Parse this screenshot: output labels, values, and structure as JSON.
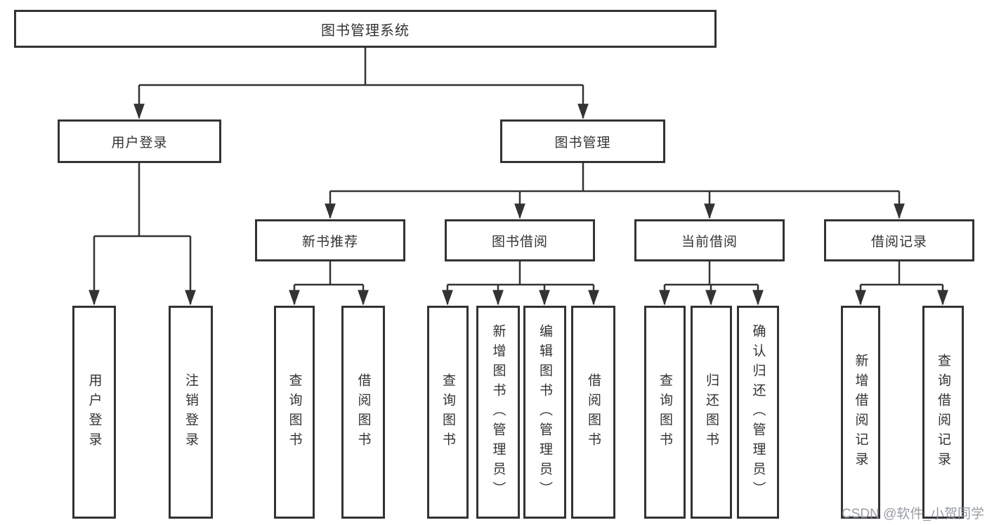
{
  "diagram_title": "图书管理系统",
  "tree": {
    "label": "图书管理系统",
    "children": [
      {
        "label": "用户登录",
        "children": [
          {
            "label": "用户登录"
          },
          {
            "label": "注销登录"
          }
        ]
      },
      {
        "label": "图书管理",
        "children": [
          {
            "label": "新书推荐",
            "children": [
              {
                "label": "查询图书"
              },
              {
                "label": "借阅图书"
              }
            ]
          },
          {
            "label": "图书借阅",
            "children": [
              {
                "label": "查询图书"
              },
              {
                "label": "新增图书（管理员）"
              },
              {
                "label": "编辑图书（管理员）"
              },
              {
                "label": "借阅图书"
              }
            ]
          },
          {
            "label": "当前借阅",
            "children": [
              {
                "label": "查询图书"
              },
              {
                "label": "归还图书"
              },
              {
                "label": "确认归还（管理员）"
              }
            ]
          },
          {
            "label": "借阅记录",
            "children": [
              {
                "label": "新增借阅记录"
              },
              {
                "label": "查询借阅记录"
              }
            ]
          }
        ]
      }
    ]
  },
  "watermark": {
    "text": "CSDN @软件_小贺同学"
  },
  "colors": {
    "line": "#333333",
    "text": "#333333",
    "background": "#ffffff",
    "watermark": "#8c9199"
  }
}
